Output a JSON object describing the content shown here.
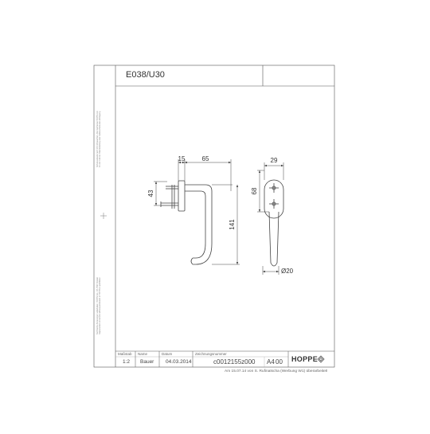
{
  "title": "E038/U30",
  "dimensions": {
    "d15": "15",
    "d65": "65",
    "d43": "43",
    "d141": "141",
    "d29": "29",
    "d68": "68",
    "d20": "Ø20"
  },
  "side_notes": {
    "top": [
      "Schutzvermerk nach DIN 34 beachten. Alle Rechte bei HOPPE AG",
      "für den Fall der Patenterteilung oder Gebrauchsmuster-Eintragung"
    ],
    "bottom": [
      "Technische Änderungen vorbehalten. HOPPE AG, CH-7537 Müstair",
      "Reproduction or transfer without permission of HOPPE is prohibited"
    ]
  },
  "title_block": {
    "massstab_label": "Maßstab",
    "massstab_value": "1:2",
    "name_label": "Name",
    "name_value": "Bauer",
    "datum_label": "Datum",
    "datum_value": "04.03.2014",
    "zeichnung_label": "Zeichnungsnummer",
    "zeichnung_value": "c0012155z000",
    "format": "A4",
    "index": "00",
    "brand": "HOPPE"
  },
  "footer_note": "Am 15.07.14 von S. Rufinatscha (Werbung W1) überarbeitet!"
}
